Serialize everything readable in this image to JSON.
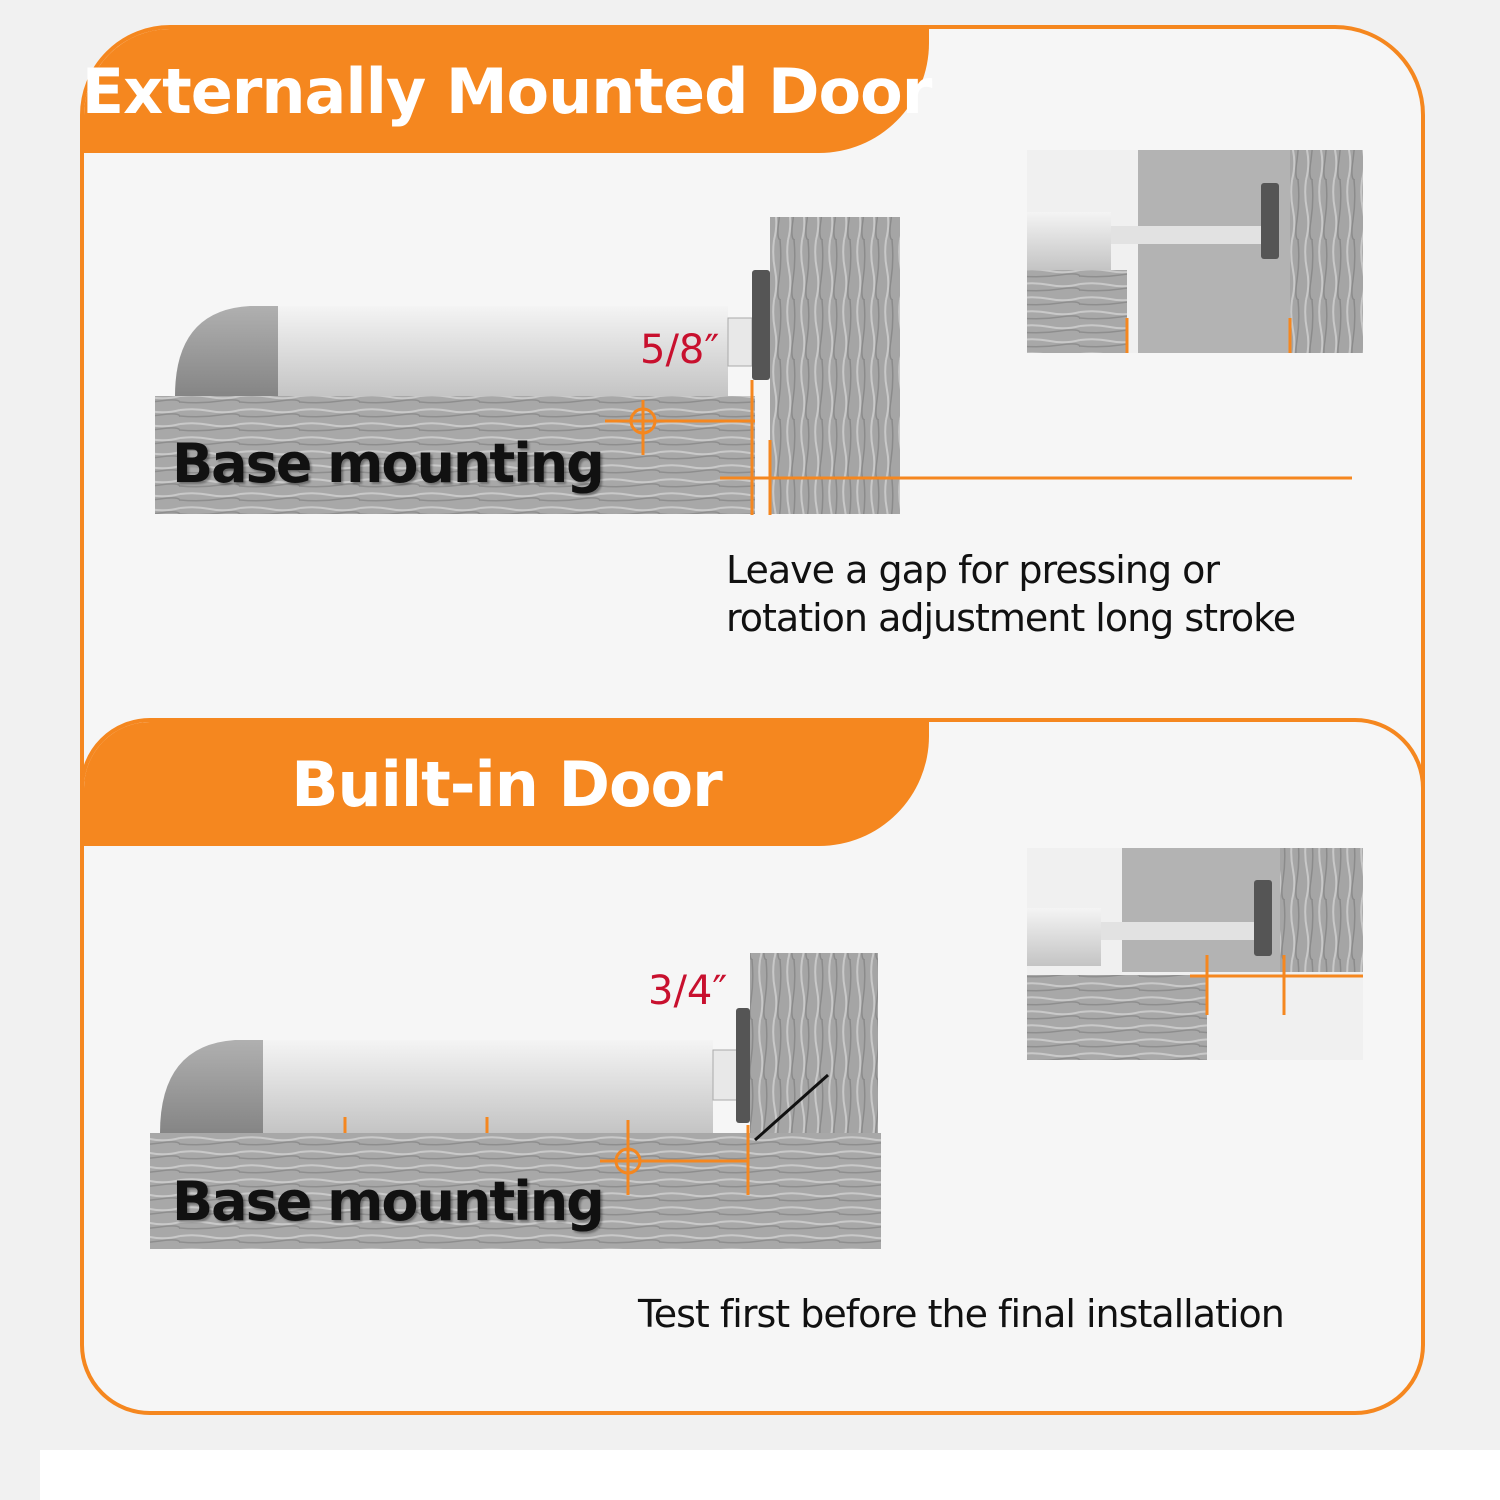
{
  "sections": [
    {
      "title": "Externally Mounted Door",
      "dimension": "5/8″",
      "base_label": "Base mounting",
      "note_lines": [
        "Leave a gap for pressing or",
        "rotation adjustment long stroke"
      ]
    },
    {
      "title": "Built-in Door",
      "dimension": "3/4″",
      "base_label": "Base mounting",
      "note_lines": [
        "Test first before the final installation"
      ]
    }
  ],
  "colors": {
    "accent": "#f5871f",
    "dimension_text": "#c8102e",
    "wood": "#a9a9a9",
    "latch_body": "#d9d9d9",
    "latch_cap": "#9a9a9a"
  }
}
